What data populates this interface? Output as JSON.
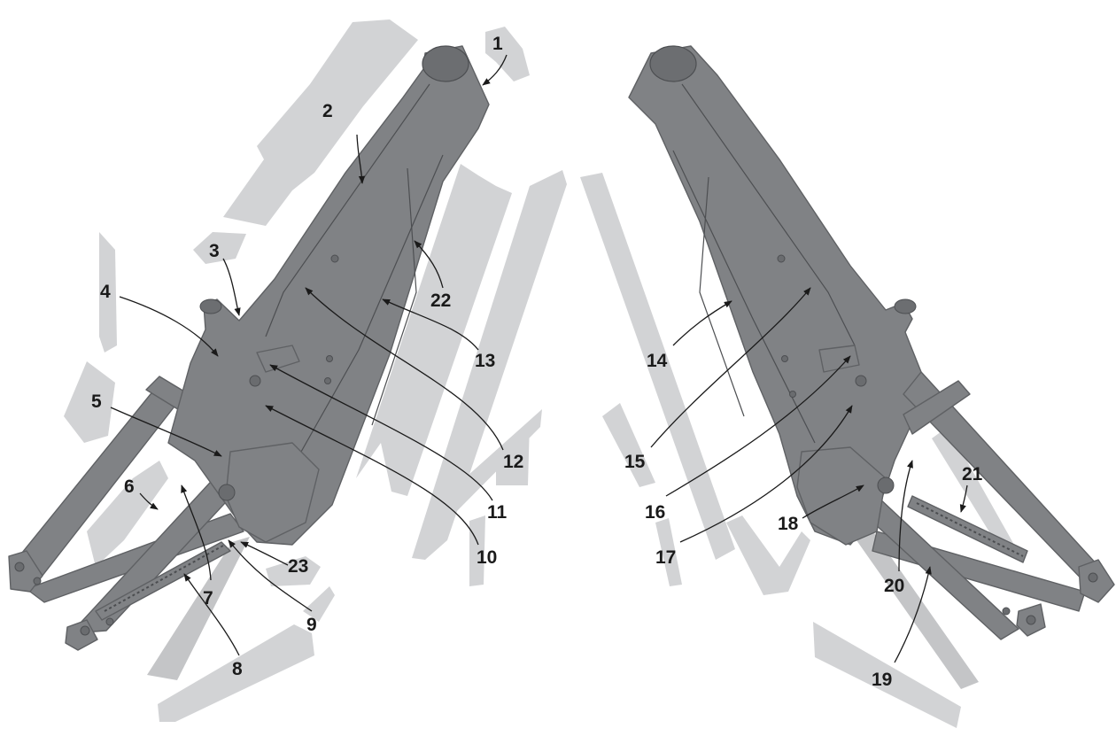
{
  "diagram": {
    "callouts": [
      {
        "id": "1",
        "label": "1"
      },
      {
        "id": "2",
        "label": "2"
      },
      {
        "id": "3",
        "label": "3"
      },
      {
        "id": "4",
        "label": "4"
      },
      {
        "id": "5",
        "label": "5"
      },
      {
        "id": "6",
        "label": "6"
      },
      {
        "id": "7",
        "label": "7"
      },
      {
        "id": "8",
        "label": "8"
      },
      {
        "id": "9",
        "label": "9"
      },
      {
        "id": "10",
        "label": "10"
      },
      {
        "id": "11",
        "label": "11"
      },
      {
        "id": "12",
        "label": "12"
      },
      {
        "id": "13",
        "label": "13"
      },
      {
        "id": "14",
        "label": "14"
      },
      {
        "id": "15",
        "label": "15"
      },
      {
        "id": "16",
        "label": "16"
      },
      {
        "id": "17",
        "label": "17"
      },
      {
        "id": "18",
        "label": "18"
      },
      {
        "id": "19",
        "label": "19"
      },
      {
        "id": "20",
        "label": "20"
      },
      {
        "id": "21",
        "label": "21"
      },
      {
        "id": "22",
        "label": "22"
      },
      {
        "id": "23",
        "label": "23"
      }
    ],
    "colors": {
      "frame": "#808285",
      "decal": "#d2d3d5",
      "leader": "#1a1a1a",
      "background": "#ffffff"
    }
  }
}
